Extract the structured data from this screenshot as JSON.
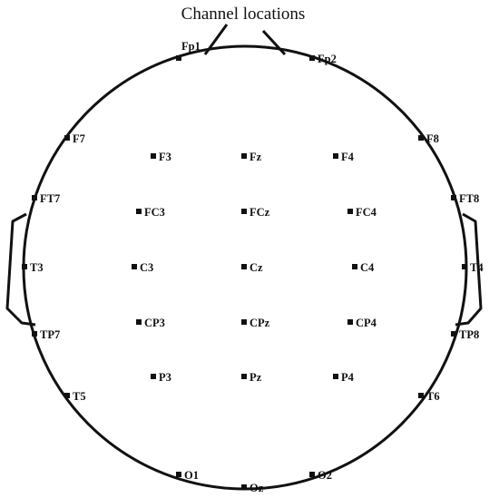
{
  "title": "Channel locations",
  "channels": [
    {
      "id": "Fp1",
      "label": "Fp1"
    },
    {
      "id": "Fp2",
      "label": "Fp2"
    },
    {
      "id": "F7",
      "label": "F7"
    },
    {
      "id": "F3",
      "label": "F3"
    },
    {
      "id": "Fz",
      "label": "Fz"
    },
    {
      "id": "F4",
      "label": "F4"
    },
    {
      "id": "F8",
      "label": "F8"
    },
    {
      "id": "FT7",
      "label": "FT7"
    },
    {
      "id": "FC3",
      "label": "FC3"
    },
    {
      "id": "FCz",
      "label": "FCz"
    },
    {
      "id": "FC4",
      "label": "FC4"
    },
    {
      "id": "FT8",
      "label": "FT8"
    },
    {
      "id": "T3",
      "label": "T3"
    },
    {
      "id": "C3",
      "label": "C3"
    },
    {
      "id": "Cz",
      "label": "Cz"
    },
    {
      "id": "C4",
      "label": "C4"
    },
    {
      "id": "T4",
      "label": "T4"
    },
    {
      "id": "TP7",
      "label": "TP7"
    },
    {
      "id": "CP3",
      "label": "CP3"
    },
    {
      "id": "CPz",
      "label": "CPz"
    },
    {
      "id": "CP4",
      "label": "CP4"
    },
    {
      "id": "TP8",
      "label": "TP8"
    },
    {
      "id": "T5",
      "label": "T5"
    },
    {
      "id": "P3",
      "label": "P3"
    },
    {
      "id": "Pz",
      "label": "Pz"
    },
    {
      "id": "P4",
      "label": "P4"
    },
    {
      "id": "T6",
      "label": "T6"
    },
    {
      "id": "O1",
      "label": "O1"
    },
    {
      "id": "Oz",
      "label": "Oz"
    },
    {
      "id": "O2",
      "label": "O2"
    }
  ]
}
